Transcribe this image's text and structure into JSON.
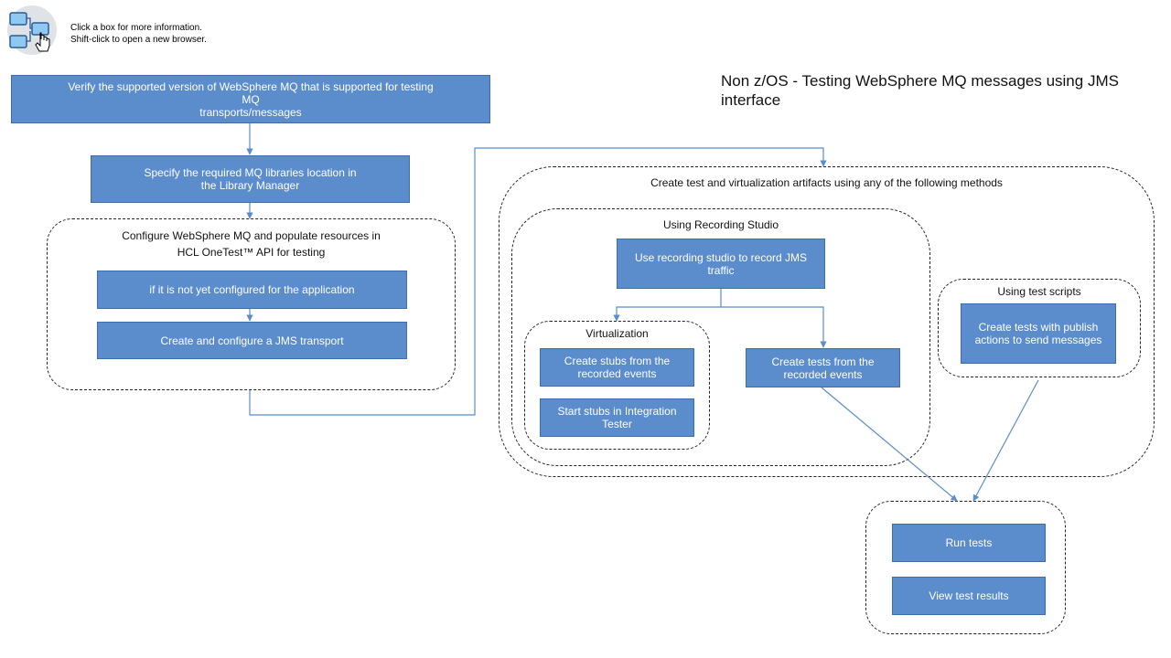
{
  "header": {
    "hint": "Click a box for more information.\nShift-click to open a new browser.",
    "icon": "diagram-hand-icon"
  },
  "title": "Non z/OS - Testing WebSphere MQ messages using JMS interface",
  "steps": {
    "verify": "Verify the supported version of WebSphere MQ that is supported for testing MQ\ntransports/messages",
    "libraries": "Specify the required MQ libraries location in\nthe Library Manager",
    "configure_group": "Configure WebSphere MQ and populate resources in\nHCL OneTest™ API for testing",
    "not_configured": "if it is not yet configured for the application",
    "jms_transport": "Create and configure a JMS transport",
    "artifacts_group": "Create test and virtualization artifacts using any of the following methods",
    "recording_group": "Using Recording Studio",
    "record_jms": "Use recording studio to record JMS\ntraffic",
    "virtualization_group": "Virtualization",
    "create_stubs": "Create stubs from the\nrecorded events",
    "start_stubs": "Start stubs in Integration\nTester",
    "create_tests_recorded": "Create tests from the\nrecorded events",
    "scripts_group": "Using test scripts",
    "create_tests_publish": "Create tests with publish\nactions to send messages",
    "run_tests": "Run tests",
    "view_results": "View test results"
  },
  "colors": {
    "box_fill": "#5b8ccc",
    "box_border": "#3f6da8",
    "connector": "#5b8ccc"
  }
}
